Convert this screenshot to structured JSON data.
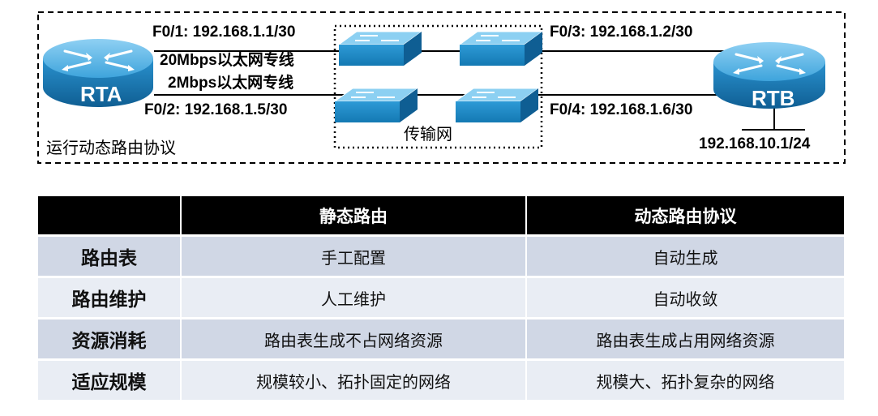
{
  "diagram": {
    "rta_label": "RTA",
    "rtb_label": "RTB",
    "f01_label": "F0/1: 192.168.1.1/30",
    "f02_label": "F0/2: 192.168.1.5/30",
    "f03_label": "F0/3: 192.168.1.2/30",
    "f04_label": "F0/4: 192.168.1.6/30",
    "link1_label": "20Mbps以太网专线",
    "link2_label": "2Mbps以太网专线",
    "transport_label": "传输网",
    "dynamic_label": "运行动态路由协议",
    "lan_label": "192.168.10.1/24",
    "colors": {
      "router_body": "#1f86c2",
      "switch_body": "#1d8bc6",
      "line": "#000000"
    }
  },
  "table": {
    "headers": [
      "",
      "静态路由",
      "动态路由协议"
    ],
    "rows": [
      [
        "路由表",
        "手工配置",
        "自动生成"
      ],
      [
        "路由维护",
        "人工维护",
        "自动收敛"
      ],
      [
        "资源消耗",
        "路由表生成不占网络资源",
        "路由表生成占用网络资源"
      ],
      [
        "适应规模",
        "规模较小、拓扑固定的网络",
        "规模大、拓扑复杂的网络"
      ]
    ]
  }
}
